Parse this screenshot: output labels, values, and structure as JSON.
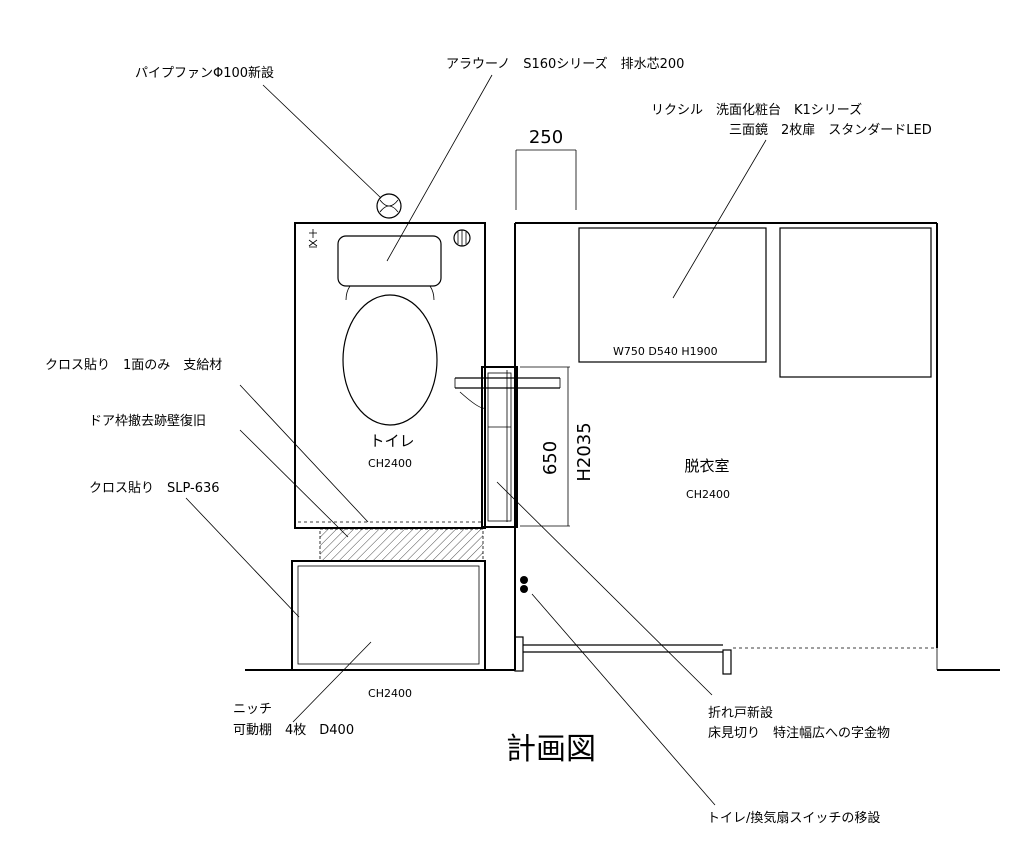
{
  "title": "計画図",
  "labels": {
    "pipe_fan": "パイプファンΦ100新設",
    "toilet_model": "アラウーノ　S160シリーズ　排水芯200",
    "vanity_line1": "リクシル　洗面化粧台　K1シリーズ",
    "vanity_line2": "三面鏡　2枚扉　スタンダードLED",
    "vanity_size": "W750 D540 H1900",
    "cloth_one_side": "クロス貼り　1面のみ　支給材",
    "door_frame_restore": "ドア枠撤去跡壁復旧",
    "cloth_slp": "クロス貼り　SLP-636",
    "niche_line1": "ニッチ",
    "niche_line2": "可動棚　4枚　D400",
    "folding_door_line1": "折れ戸新設",
    "folding_door_line2": "床見切り　特注幅広への字金物",
    "switch_relocation": "トイレ/換気扇スイッチの移設"
  },
  "rooms": {
    "toilet_name": "トイレ",
    "toilet_ch": "CH2400",
    "dressing_name": "脱衣室",
    "dressing_ch": "CH2400",
    "niche_ch": "CH2400"
  },
  "dimensions": {
    "top_width": "250",
    "door_depth": "650",
    "door_height": "H2035"
  }
}
